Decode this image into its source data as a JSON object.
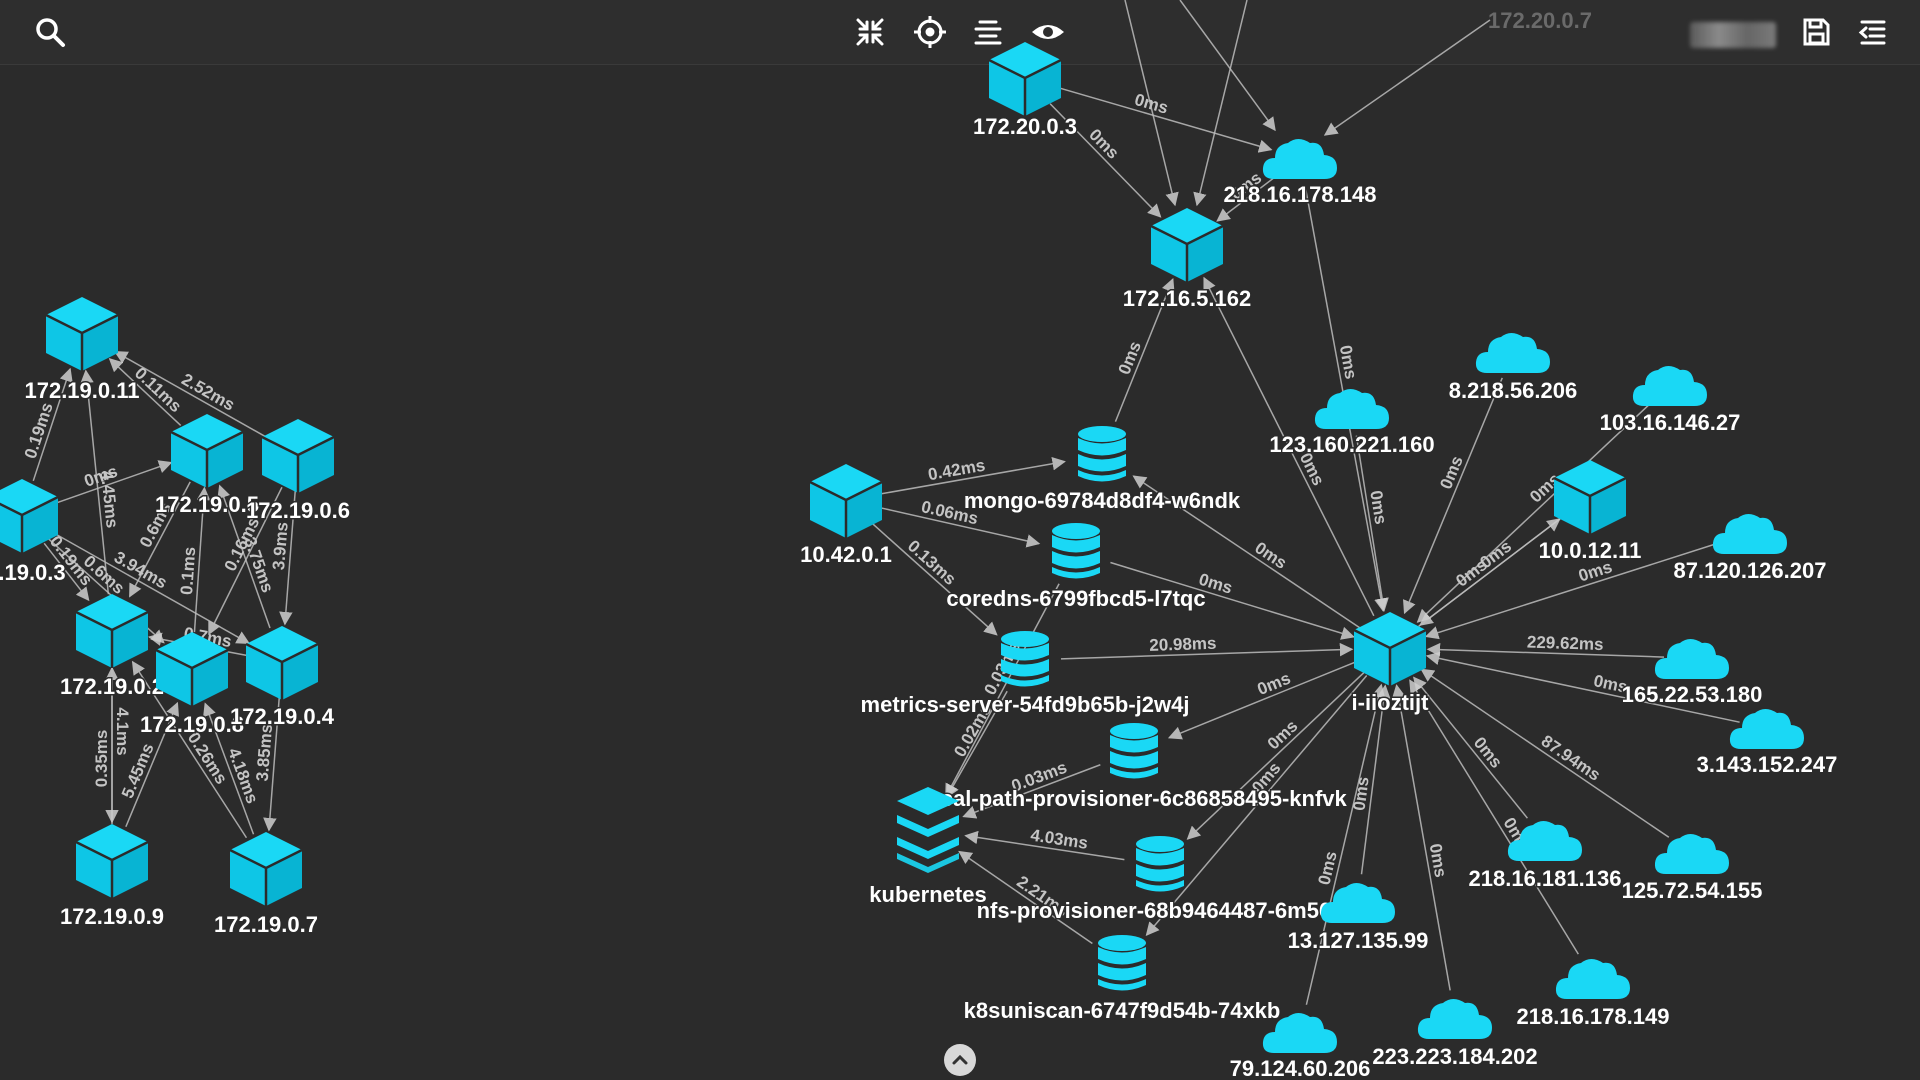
{
  "colors": {
    "background": "#2b2b2b",
    "node": "#1ad8f5",
    "node_dark": "#0fb3cf",
    "edge": "#bdbdbd",
    "text": "#ffffff"
  },
  "toolbar": {
    "search_icon": "search-icon",
    "collapse_icon": "collapse-arrows-icon",
    "locate_icon": "crosshair-icon",
    "align_icon": "align-center-icon",
    "view_icon": "eye-icon",
    "save_icon": "save-icon",
    "menu_icon": "indent-menu-icon",
    "scroll_up_icon": "chevron-up-icon"
  },
  "faded_label": "172.20.0.7",
  "nodes": [
    {
      "id": "n1",
      "label": "172.19.0.11",
      "type": "cube"
    },
    {
      "id": "n2",
      "label": "172.19.0.5",
      "type": "cube"
    },
    {
      "id": "n3",
      "label": "172.19.0.6",
      "type": "cube"
    },
    {
      "id": "n4",
      "label": ".19.0.3",
      "type": "cube"
    },
    {
      "id": "n5",
      "label": "172.19.0.2",
      "type": "cube"
    },
    {
      "id": "n6",
      "label": "172.19.0.8",
      "type": "cube"
    },
    {
      "id": "n7",
      "label": "172.19.0.4",
      "type": "cube"
    },
    {
      "id": "n8",
      "label": "172.19.0.9",
      "type": "cube"
    },
    {
      "id": "n9",
      "label": "172.19.0.7",
      "type": "cube"
    },
    {
      "id": "n10",
      "label": "172.20.0.3",
      "type": "cube"
    },
    {
      "id": "n11",
      "label": "218.16.178.148",
      "type": "cloud"
    },
    {
      "id": "n12",
      "label": "172.16.5.162",
      "type": "cube"
    },
    {
      "id": "n13",
      "label": "10.42.0.1",
      "type": "cube"
    },
    {
      "id": "n14",
      "label": "mongo-69784d8df4-w6ndk",
      "type": "db"
    },
    {
      "id": "n15",
      "label": "coredns-6799fbcd5-l7tqc",
      "type": "db"
    },
    {
      "id": "n16",
      "label": "metrics-server-54fd9b65b-j2w4j",
      "type": "db"
    },
    {
      "id": "n17",
      "label": "local-path-provisioner-6c86858495-knfvk",
      "type": "db"
    },
    {
      "id": "n18",
      "label": "kubernetes",
      "type": "stack"
    },
    {
      "id": "n19",
      "label": "nfs-provisioner-68b9464487-6m568",
      "type": "db"
    },
    {
      "id": "n20",
      "label": "k8suniscan-6747f9d54b-74xkb",
      "type": "db"
    },
    {
      "id": "n21",
      "label": "i-iioztijt",
      "type": "cube"
    },
    {
      "id": "n22",
      "label": "123.160.221.160",
      "type": "cloud"
    },
    {
      "id": "n23",
      "label": "8.218.56.206",
      "type": "cloud"
    },
    {
      "id": "n24",
      "label": "103.16.146.27",
      "type": "cloud"
    },
    {
      "id": "n25",
      "label": "10.0.12.11",
      "type": "cube"
    },
    {
      "id": "n26",
      "label": "87.120.126.207",
      "type": "cloud"
    },
    {
      "id": "n27",
      "label": "165.22.53.180",
      "type": "cloud"
    },
    {
      "id": "n28",
      "label": "3.143.152.247",
      "type": "cloud"
    },
    {
      "id": "n29",
      "label": "218.16.181.136",
      "type": "cloud"
    },
    {
      "id": "n30",
      "label": "125.72.54.155",
      "type": "cloud"
    },
    {
      "id": "n31",
      "label": "13.127.135.99",
      "type": "cloud"
    },
    {
      "id": "n32",
      "label": "218.16.178.149",
      "type": "cloud"
    },
    {
      "id": "n33",
      "label": "223.223.184.202",
      "type": "cloud"
    },
    {
      "id": "n34",
      "label": "79.124.60.206",
      "type": "cloud"
    }
  ],
  "edges": [
    {
      "from": "n4",
      "to": "n1",
      "label": "0.19ms"
    },
    {
      "from": "n2",
      "to": "n1",
      "label": "0.11ms"
    },
    {
      "from": "n3",
      "to": "n1",
      "label": "2.52ms"
    },
    {
      "from": "n4",
      "to": "n2",
      "label": "0ms"
    },
    {
      "from": "n5",
      "to": "n1",
      "label": "4.45ms"
    },
    {
      "from": "n4",
      "to": "n5",
      "label": "0.19ms"
    },
    {
      "from": "n4",
      "to": "n6",
      "label": "0.6ms"
    },
    {
      "from": "n2",
      "to": "n5",
      "label": "0.6ms"
    },
    {
      "from": "n6",
      "to": "n2",
      "label": "0.1ms"
    },
    {
      "from": "n3",
      "to": "n6",
      "label": "0.16ms"
    },
    {
      "from": "n7",
      "to": "n2",
      "label": "3.75ms"
    },
    {
      "from": "n3",
      "to": "n7",
      "label": "3.9ms"
    },
    {
      "from": "n4",
      "to": "n7",
      "label": "3.94ms"
    },
    {
      "from": "n7",
      "to": "n5",
      "label": "0.7ms"
    },
    {
      "from": "n8",
      "to": "n5",
      "label": "0.35ms"
    },
    {
      "from": "n5",
      "to": "n8",
      "label": "4.1ms"
    },
    {
      "from": "n8",
      "to": "n6",
      "label": "5.45ms"
    },
    {
      "from": "n9",
      "to": "n6",
      "label": "4.18ms"
    },
    {
      "from": "n9",
      "to": "n5",
      "label": "0.26ms"
    },
    {
      "from": "n7",
      "to": "n9",
      "label": "3.85ms"
    },
    {
      "from": "n10",
      "to": "n11",
      "label": "0ms"
    },
    {
      "from": "n10",
      "to": "n12",
      "label": "0ms"
    },
    {
      "from": "n11",
      "to": "n12",
      "label": "0ms"
    },
    {
      "from": "n11",
      "to": "n21",
      "label": "0ms"
    },
    {
      "from": "n14",
      "to": "n12",
      "label": "0ms"
    },
    {
      "from": "n21",
      "to": "n12",
      "label": "0ms"
    },
    {
      "from": "n13",
      "to": "n14",
      "label": "0.42ms"
    },
    {
      "from": "n13",
      "to": "n15",
      "label": "0.06ms"
    },
    {
      "from": "n13",
      "to": "n16",
      "label": "0.13ms"
    },
    {
      "from": "n21",
      "to": "n14",
      "label": "0ms"
    },
    {
      "from": "n15",
      "to": "n21",
      "label": "0ms"
    },
    {
      "from": "n16",
      "to": "n21",
      "label": "20.98ms"
    },
    {
      "from": "n16",
      "to": "n18",
      "label": "0.02ms"
    },
    {
      "from": "n15",
      "to": "n18",
      "label": "0.03ms"
    },
    {
      "from": "n17",
      "to": "n18",
      "label": "0.03ms"
    },
    {
      "from": "n19",
      "to": "n18",
      "label": "4.03ms"
    },
    {
      "from": "n20",
      "to": "n18",
      "label": "2.21ms"
    },
    {
      "from": "n21",
      "to": "n17",
      "label": "0ms"
    },
    {
      "from": "n21",
      "to": "n19",
      "label": "0ms"
    },
    {
      "from": "n21",
      "to": "n20",
      "label": "0ms"
    },
    {
      "from": "n22",
      "to": "n21",
      "label": "0ms"
    },
    {
      "from": "n23",
      "to": "n21",
      "label": "0ms"
    },
    {
      "from": "n25",
      "to": "n21",
      "label": "0ms"
    },
    {
      "from": "n21",
      "to": "n25",
      "label": "0ms"
    },
    {
      "from": "n26",
      "to": "n21",
      "label": "0ms"
    },
    {
      "from": "n27",
      "to": "n21",
      "label": "229.62ms"
    },
    {
      "from": "n28",
      "to": "n21",
      "label": "0ms"
    },
    {
      "from": "n30",
      "to": "n21",
      "label": "87.94ms"
    },
    {
      "from": "n29",
      "to": "n21",
      "label": "0ms"
    },
    {
      "from": "n32",
      "to": "n21",
      "label": "0ms"
    },
    {
      "from": "n33",
      "to": "n21",
      "label": "0ms"
    },
    {
      "from": "n31",
      "to": "n21",
      "label": "0ms"
    },
    {
      "from": "n34",
      "to": "n21",
      "label": "0ms"
    },
    {
      "from": "n24",
      "to": "n21",
      "label": "0ms"
    }
  ]
}
